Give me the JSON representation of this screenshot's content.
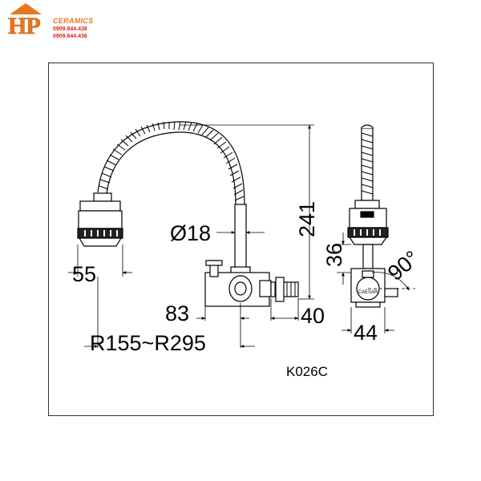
{
  "logo": {
    "mark": "HP",
    "brand": "CERAMICS",
    "phone_1": "0909.844.438",
    "phone_2": "0909.644.436",
    "colors": {
      "orange": "#e87722",
      "red": "#d6281f"
    }
  },
  "drawing": {
    "dimensions": {
      "width_head": "55",
      "diameter": "Ø18",
      "height": "241",
      "reach": "83",
      "radius_range": "R155~R295",
      "base_depth": "40",
      "side_height": "36",
      "rotation": "90°",
      "side_width": "44"
    },
    "model": "K026C",
    "side_label": "CAESAR"
  }
}
